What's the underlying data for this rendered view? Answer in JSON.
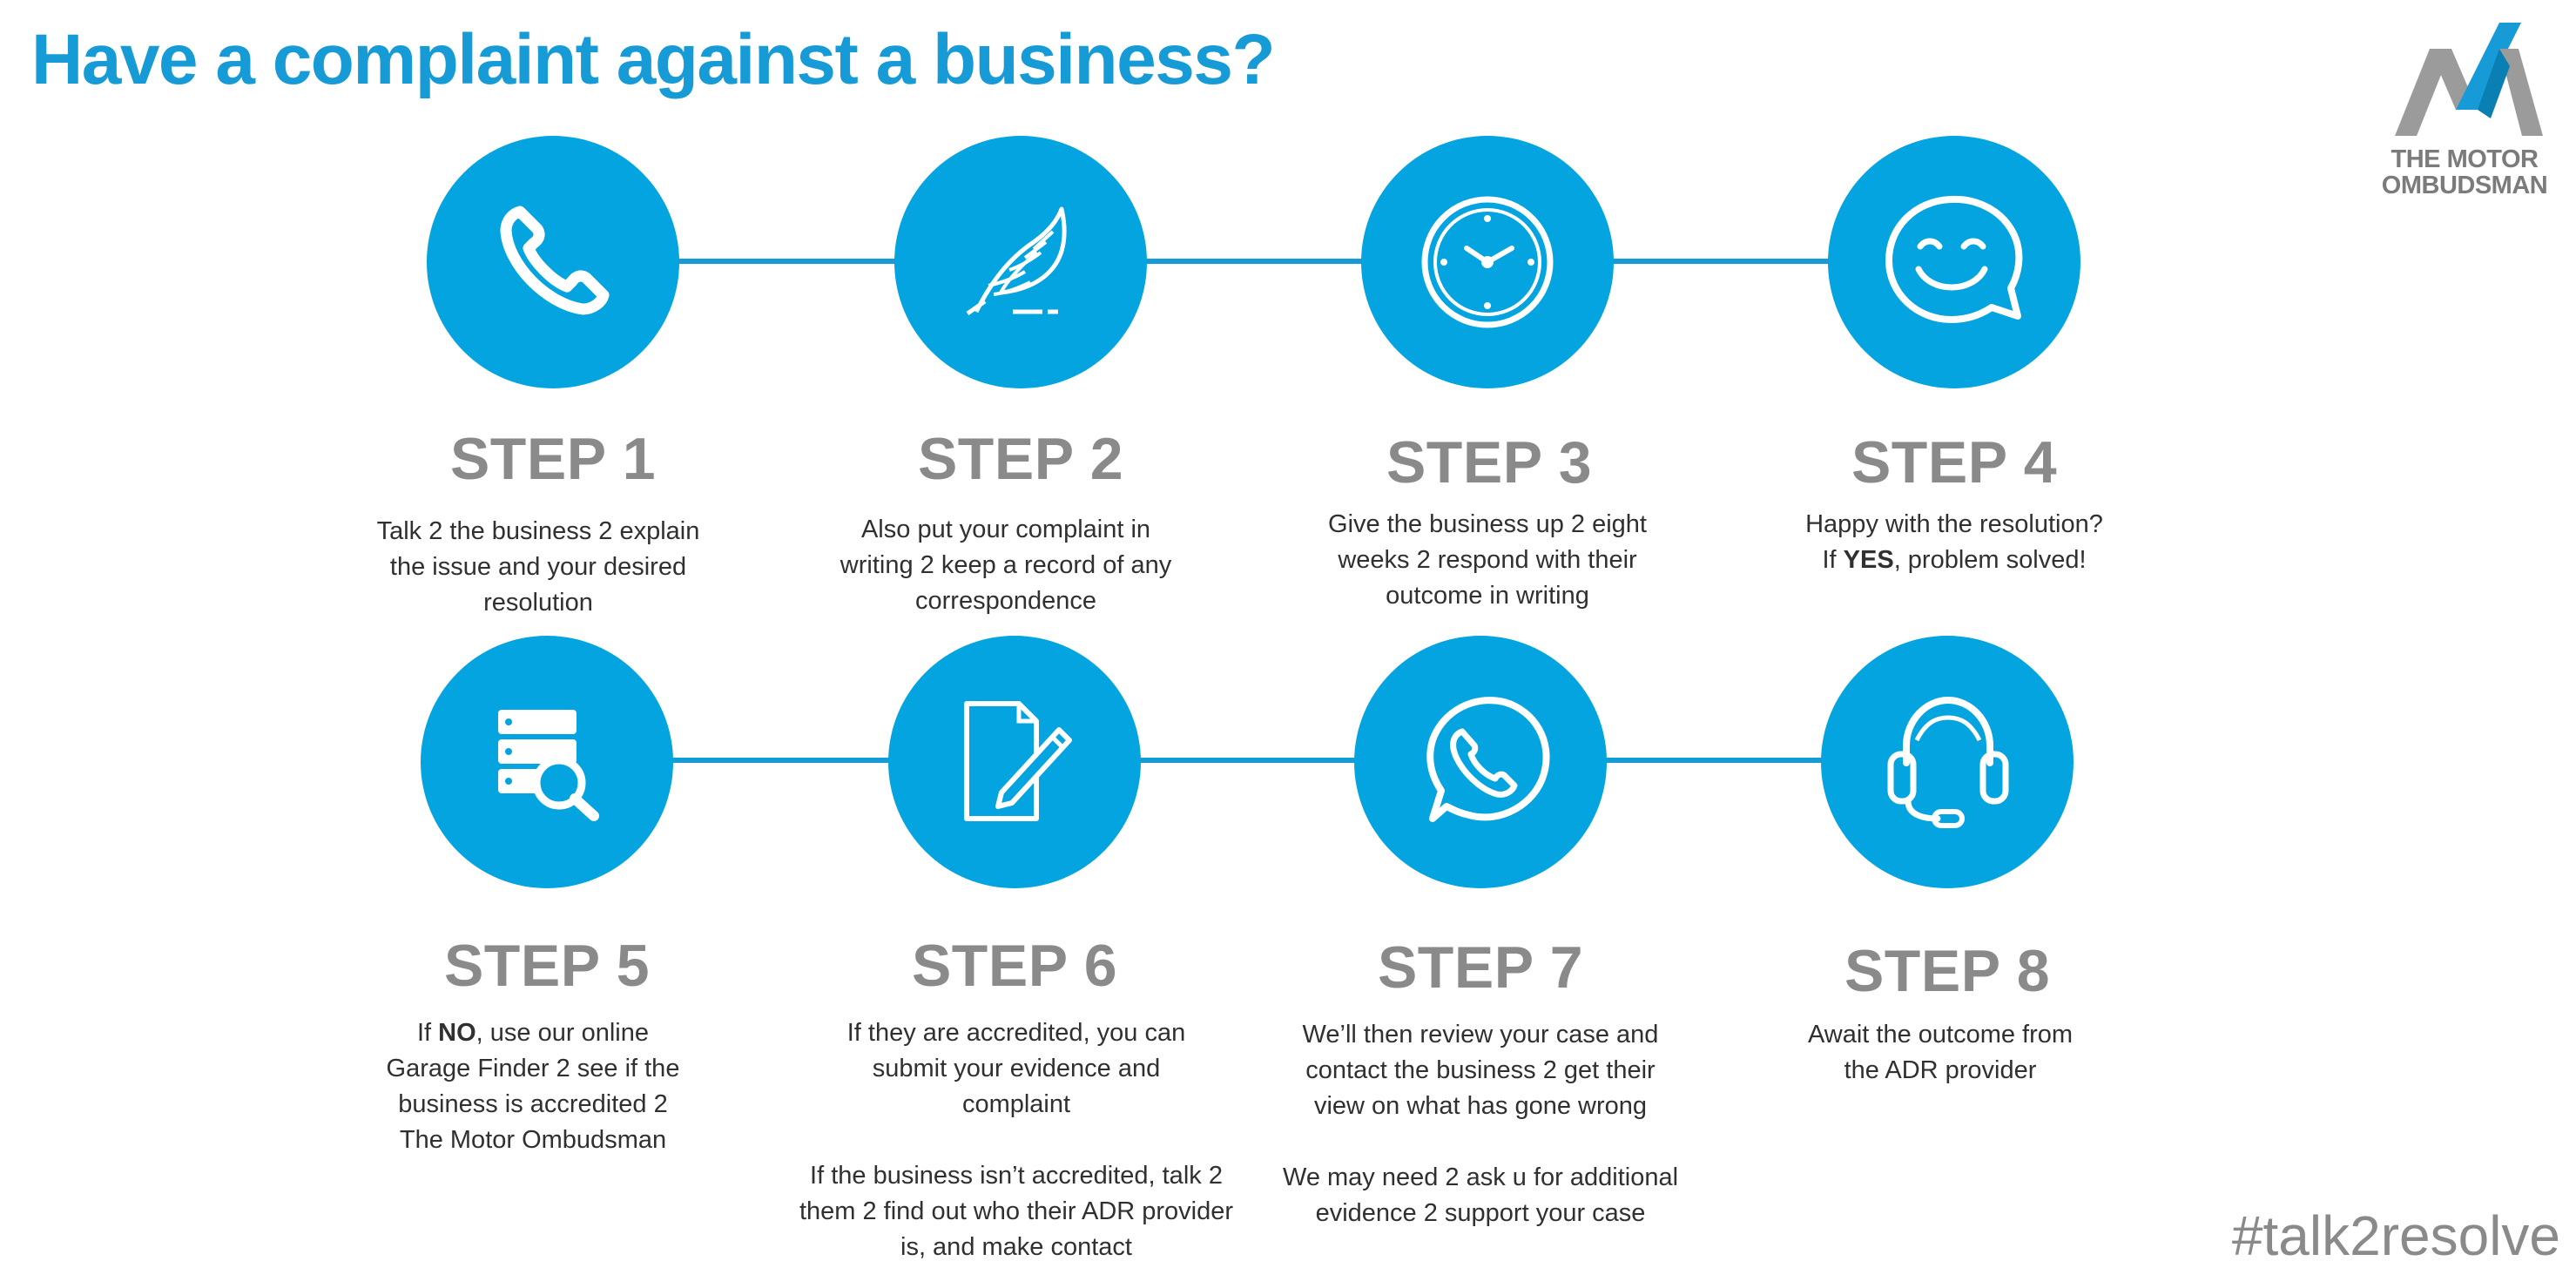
{
  "header": {
    "title": "Have a complaint against a business?"
  },
  "brand": {
    "logo_line1": "THE MOTOR",
    "logo_line2": "OMBUDSMAN",
    "primary_color": "#03a4df",
    "text_grey": "#8a8a8a"
  },
  "steps": [
    {
      "label": "STEP 1",
      "icon": "phone-icon",
      "text": "Talk 2 the business 2 explain the issue and your desired resolution"
    },
    {
      "label": "STEP 2",
      "icon": "quill-icon",
      "text": "Also put your complaint in writing 2 keep a record of any correspondence"
    },
    {
      "label": "STEP 3",
      "icon": "clock-icon",
      "text": "Give the business up 2 eight weeks 2 respond with their outcome in writing"
    },
    {
      "label": "STEP 4",
      "icon": "smiley-chat-icon",
      "text_a": "Happy with the resolution?",
      "text_b": "If ",
      "text_bold": "YES",
      "text_c": ", problem solved!"
    },
    {
      "label": "STEP 5",
      "icon": "database-search-icon",
      "text_a": "If ",
      "text_bold": "NO",
      "text_b": ", use our online Garage Finder 2 see if the business is accredited 2 The Motor Ombudsman"
    },
    {
      "label": "STEP 6",
      "icon": "document-edit-icon",
      "para1": "If they are accredited, you can submit your evidence and complaint",
      "para2": "If the business isn’t accredited, talk 2 them 2 find out who their ADR provider is, and make contact"
    },
    {
      "label": "STEP 7",
      "icon": "whatsapp-icon",
      "para1": "We’ll then review your case and contact the business 2 get their view on what has gone wrong",
      "para2": "We may need 2 ask u for additional evidence 2 support your case"
    },
    {
      "label": "STEP 8",
      "icon": "headset-icon",
      "text": "Await the outcome from the ADR provider"
    }
  ],
  "footer": {
    "hashtag": "#talk2resolve"
  }
}
